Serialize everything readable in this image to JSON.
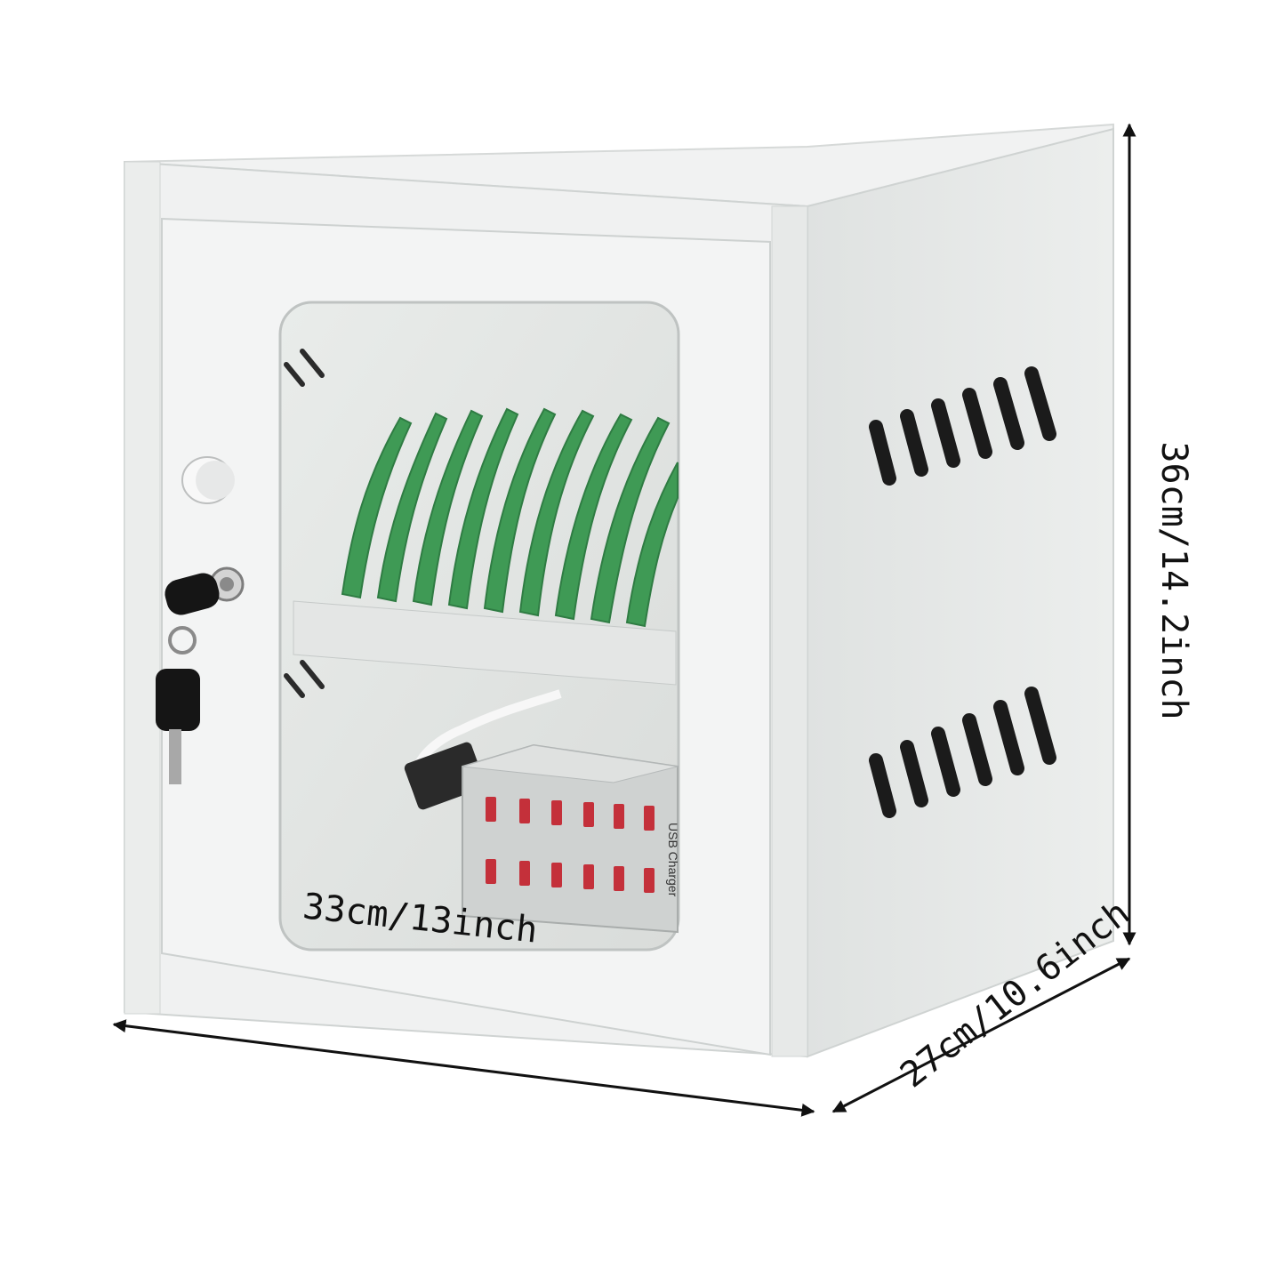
{
  "dimensions": {
    "width": "33cm/13inch",
    "depth": "27cm/10.6inch",
    "height": "36cm/14.2inch"
  },
  "charger_label": "USB Charger",
  "colors": {
    "cabinet": "#eef0ef",
    "cabinet_side": "#e6e8e7",
    "cabinet_edge": "#d5d8d7",
    "holder_green": "#3f9a55",
    "key_black": "#151515",
    "port_red": "#c4303a",
    "arrow": "#111111"
  },
  "icons": [
    "lock-icon",
    "key-icon",
    "vent-icon",
    "usb-port-icon"
  ]
}
